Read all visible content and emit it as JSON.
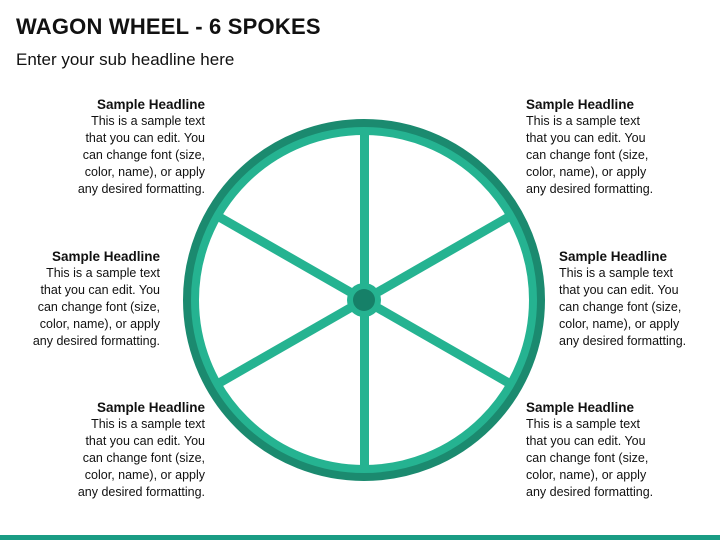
{
  "header": {
    "title": "WAGON WHEEL - 6 SPOKES",
    "subtitle": "Enter your sub headline here"
  },
  "colors": {
    "rim_outer": "#1b8a6f",
    "rim_inner": "#25b391",
    "hub_center": "#168068",
    "bottom_bar": "#1a9c84"
  },
  "blocks": [
    {
      "headline": "Sample Headline",
      "lines": [
        "This is a sample text",
        "that you can edit. You",
        "can change font (size,",
        "color, name), or apply",
        "any desired formatting."
      ]
    },
    {
      "headline": "Sample Headline",
      "lines": [
        "This is a sample text",
        "that you can edit. You",
        "can change font (size,",
        "color, name), or apply",
        "any desired formatting."
      ]
    },
    {
      "headline": "Sample Headline",
      "lines": [
        "This is a sample text",
        "that you can edit. You",
        "can change font (size,",
        "color, name), or apply",
        "any desired formatting."
      ]
    },
    {
      "headline": "Sample Headline",
      "lines": [
        "This is a sample text",
        "that you can edit. You",
        "can change font (size,",
        "color, name), or apply",
        "any desired formatting."
      ]
    },
    {
      "headline": "Sample Headline",
      "lines": [
        "This is a sample text",
        "that you can edit. You",
        "can change font (size,",
        "color, name), or apply",
        "any desired formatting."
      ]
    },
    {
      "headline": "Sample Headline",
      "lines": [
        "This is a sample text",
        "that you can edit. You",
        "can change font (size,",
        "color, name), or apply",
        "any desired formatting."
      ]
    }
  ]
}
